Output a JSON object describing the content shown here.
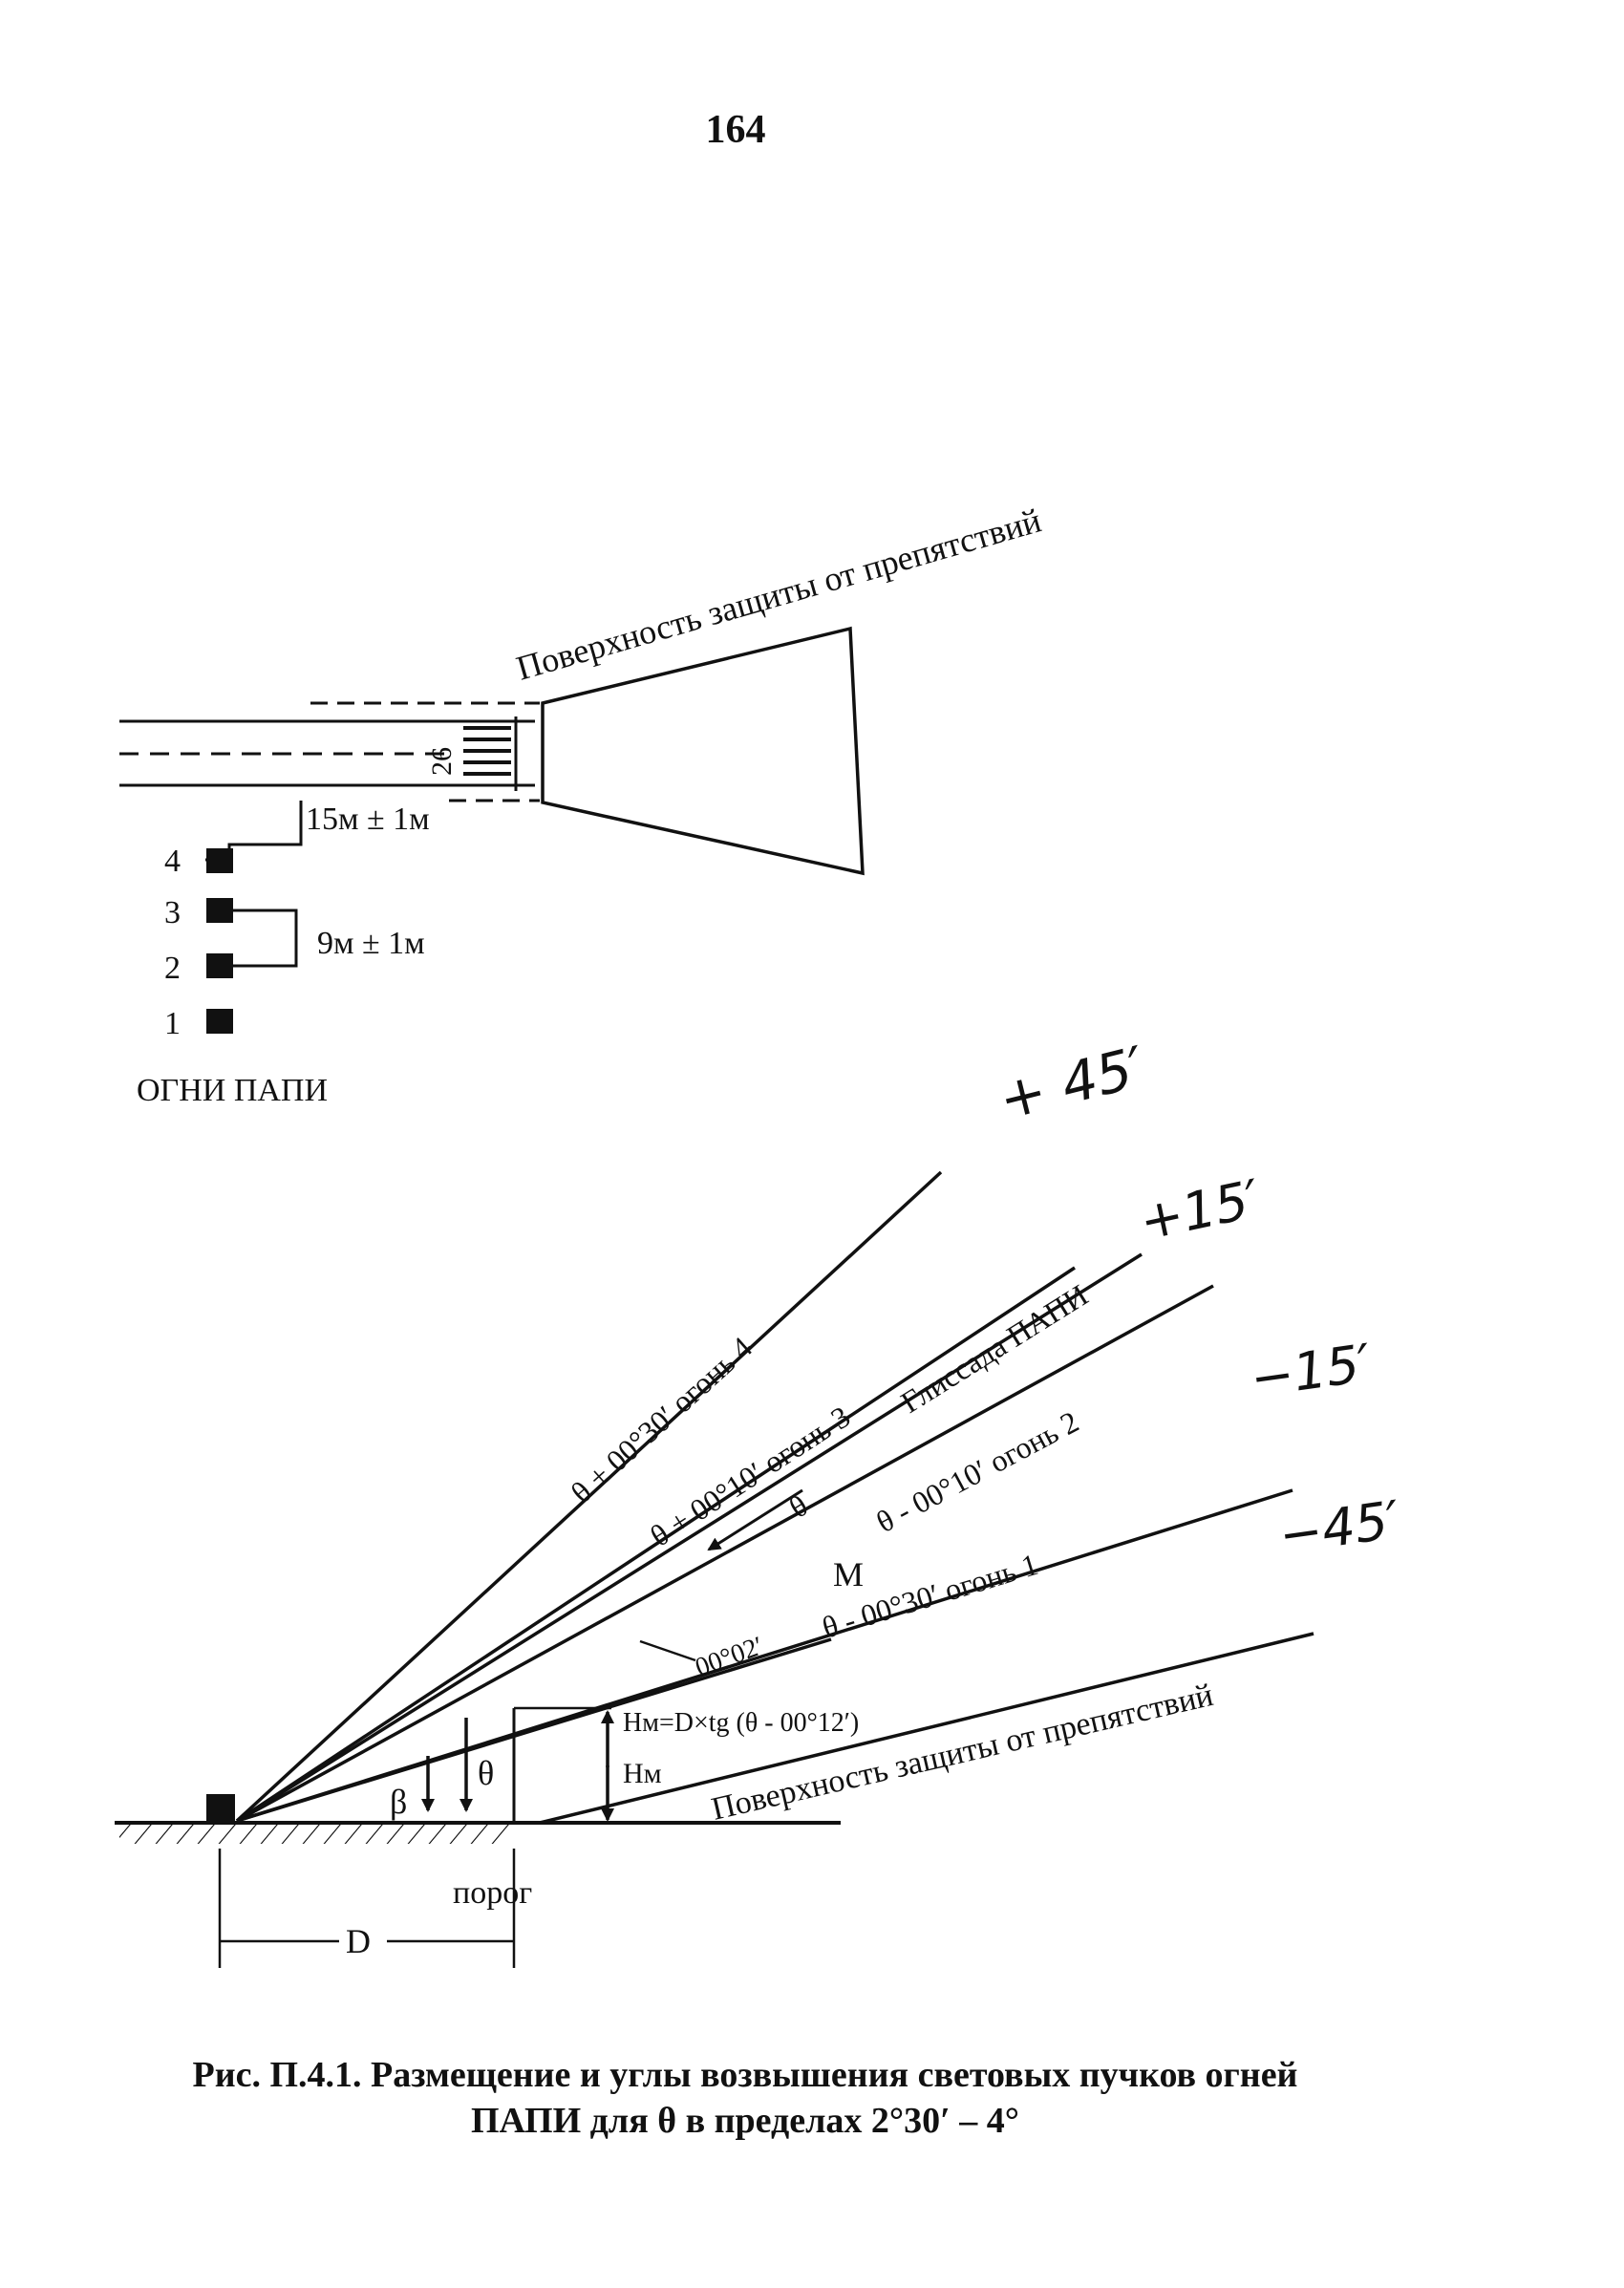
{
  "page_number": "164",
  "plan": {
    "obstacle_surface_label": "Поверхность защиты от препятствий",
    "runway_marking": "26",
    "offset_label": "15м ± 1м",
    "spacing_label": "9м ± 1м",
    "light_numbers": [
      "4",
      "3",
      "2",
      "1"
    ],
    "lights_caption": "ОГНИ ПАПИ"
  },
  "profile": {
    "beam_labels": {
      "light4": "θ + 00°30′ огонь 4",
      "light3": "θ + 00°10′ огонь 3",
      "glide_path": "Глиссада ПАПИ",
      "theta": "θ",
      "light2": "θ - 00°10′ огонь 2",
      "light1": "θ - 00°30′ огонь 1"
    },
    "point_m": "M",
    "small_angle": "00°02′",
    "hm_formula": "Hм=D×tg (θ - 00°12′)",
    "hm_label": "Hм",
    "beta": "β",
    "theta_angle": "θ",
    "obstacle_surface_label": "Поверхность защиты от препятствий",
    "threshold_label": "порог",
    "distance_label": "D"
  },
  "handwritten": {
    "plus45": "+ 45′",
    "plus15": "+15′",
    "minus15": "−15′",
    "minus45": "−45′"
  },
  "caption": {
    "line1": "Рис. П.4.1.   Размещение и углы возвышения световых пучков огней",
    "line2": "ПАПИ для θ в пределах 2°30′ – 4°"
  }
}
